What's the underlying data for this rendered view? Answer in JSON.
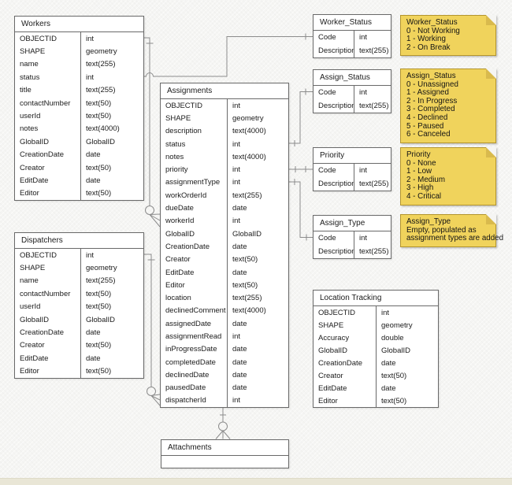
{
  "diagram": {
    "background_color": "#f5f5f3",
    "entity_fill": "#ffffff",
    "entity_border_color": "#696969",
    "connector_color": "#8c8c8c",
    "note_fill": "#f0d35c",
    "note_border_color": "#b3952f",
    "note_fold_color": "#d9ba4d"
  },
  "entities": {
    "workers": {
      "title": "Workers",
      "rows": [
        {
          "field": "OBJECTID",
          "type": "int"
        },
        {
          "field": "SHAPE",
          "type": "geometry"
        },
        {
          "field": "name",
          "type": "text(255)"
        },
        {
          "field": "status",
          "type": "int"
        },
        {
          "field": "title",
          "type": "text(255)"
        },
        {
          "field": "contactNumber",
          "type": "text(50)"
        },
        {
          "field": "userId",
          "type": "text(50)"
        },
        {
          "field": "notes",
          "type": "text(4000)"
        },
        {
          "field": "GlobalID",
          "type": "GlobalID"
        },
        {
          "field": "CreationDate",
          "type": "date"
        },
        {
          "field": "Creator",
          "type": "text(50)"
        },
        {
          "field": "EditDate",
          "type": "date"
        },
        {
          "field": "Editor",
          "type": "text(50)"
        }
      ]
    },
    "dispatchers": {
      "title": "Dispatchers",
      "rows": [
        {
          "field": "OBJECTID",
          "type": "int"
        },
        {
          "field": "SHAPE",
          "type": "geometry"
        },
        {
          "field": "name",
          "type": "text(255)"
        },
        {
          "field": "contactNumber",
          "type": "text(50)"
        },
        {
          "field": "userId",
          "type": "text(50)"
        },
        {
          "field": "GlobalID",
          "type": "GlobalID"
        },
        {
          "field": "CreationDate",
          "type": "date"
        },
        {
          "field": "Creator",
          "type": "text(50)"
        },
        {
          "field": "EditDate",
          "type": "date"
        },
        {
          "field": "Editor",
          "type": "text(50)"
        }
      ]
    },
    "assignments": {
      "title": "Assignments",
      "rows": [
        {
          "field": "OBJECTID",
          "type": "int"
        },
        {
          "field": "SHAPE",
          "type": "geometry"
        },
        {
          "field": "description",
          "type": "text(4000)"
        },
        {
          "field": "status",
          "type": "int"
        },
        {
          "field": "notes",
          "type": "text(4000)"
        },
        {
          "field": "priority",
          "type": "int"
        },
        {
          "field": "assignmentType",
          "type": "int"
        },
        {
          "field": "workOrderId",
          "type": "text(255)"
        },
        {
          "field": "dueDate",
          "type": "date"
        },
        {
          "field": "workerId",
          "type": "int"
        },
        {
          "field": "GlobalID",
          "type": "GlobalID"
        },
        {
          "field": "CreationDate",
          "type": "date"
        },
        {
          "field": "Creator",
          "type": "text(50)"
        },
        {
          "field": "EditDate",
          "type": "date"
        },
        {
          "field": "Editor",
          "type": "text(50)"
        },
        {
          "field": "location",
          "type": "text(255)"
        },
        {
          "field": "declinedComment",
          "type": "text(4000)"
        },
        {
          "field": "assignedDate",
          "type": "date"
        },
        {
          "field": "assignmentRead",
          "type": "int"
        },
        {
          "field": "inProgressDate",
          "type": "date"
        },
        {
          "field": "completedDate",
          "type": "date"
        },
        {
          "field": "declinedDate",
          "type": "date"
        },
        {
          "field": "pausedDate",
          "type": "date"
        },
        {
          "field": "dispatcherId",
          "type": "int"
        }
      ]
    },
    "worker_status": {
      "title": "Worker_Status",
      "rows": [
        {
          "field": "Code",
          "type": "int"
        },
        {
          "field": "Description",
          "type": "text(255)"
        }
      ]
    },
    "assign_status": {
      "title": "Assign_Status",
      "rows": [
        {
          "field": "Code",
          "type": "int"
        },
        {
          "field": "Description",
          "type": "text(255)"
        }
      ]
    },
    "priority": {
      "title": "Priority",
      "rows": [
        {
          "field": "Code",
          "type": "int"
        },
        {
          "field": "Description",
          "type": "text(255)"
        }
      ]
    },
    "assign_type": {
      "title": "Assign_Type",
      "rows": [
        {
          "field": "Code",
          "type": "int"
        },
        {
          "field": "Description",
          "type": "text(255)"
        }
      ]
    },
    "location_tracking": {
      "title": "Location Tracking",
      "rows": [
        {
          "field": "OBJECTID",
          "type": "int"
        },
        {
          "field": "SHAPE",
          "type": "geometry"
        },
        {
          "field": "Accuracy",
          "type": "double"
        },
        {
          "field": "GlobalID",
          "type": "GlobalID"
        },
        {
          "field": "CreationDate",
          "type": "date"
        },
        {
          "field": "Creator",
          "type": "text(50)"
        },
        {
          "field": "EditDate",
          "type": "date"
        },
        {
          "field": "Editor",
          "type": "text(50)"
        }
      ]
    },
    "attachments": {
      "title": "Attachments",
      "rows": []
    }
  },
  "notes": {
    "worker_status_note": {
      "lines": [
        "Worker_Status",
        "0 - Not Working",
        "1 - Working",
        "2 - On Break"
      ]
    },
    "assign_status_note": {
      "lines": [
        "Assign_Status",
        "0 - Unassigned",
        "1 - Assigned",
        "2 - In Progress",
        "3 - Completed",
        "4 - Declined",
        "5 - Paused",
        "6 - Canceled"
      ]
    },
    "priority_note": {
      "lines": [
        "Priority",
        "0 - None",
        "1 - Low",
        "2 - Medium",
        "3 - High",
        "4 - Critical"
      ]
    },
    "assign_type_note": {
      "lines": [
        "Assign_Type",
        "Empty, populated as",
        "assignment types are added"
      ]
    }
  },
  "relationships": [
    {
      "from": "Workers.OBJECTID",
      "to": "Assignments.workerId",
      "cardinality": "one to zero-or-many"
    },
    {
      "from": "Workers.status",
      "to": "Worker_Status.Code",
      "cardinality": "one"
    },
    {
      "from": "Dispatchers.OBJECTID",
      "to": "Assignments.dispatcherId",
      "cardinality": "one to zero-or-many"
    },
    {
      "from": "Assignments.status",
      "to": "Assign_Status.Code",
      "cardinality": "one to one"
    },
    {
      "from": "Assignments.priority",
      "to": "Priority.Code",
      "cardinality": "one to one"
    },
    {
      "from": "Assignments.assignmentType",
      "to": "Assign_Type.Code",
      "cardinality": "one to one"
    },
    {
      "from": "Assignments",
      "to": "Attachments",
      "cardinality": "one to zero-or-many"
    }
  ]
}
